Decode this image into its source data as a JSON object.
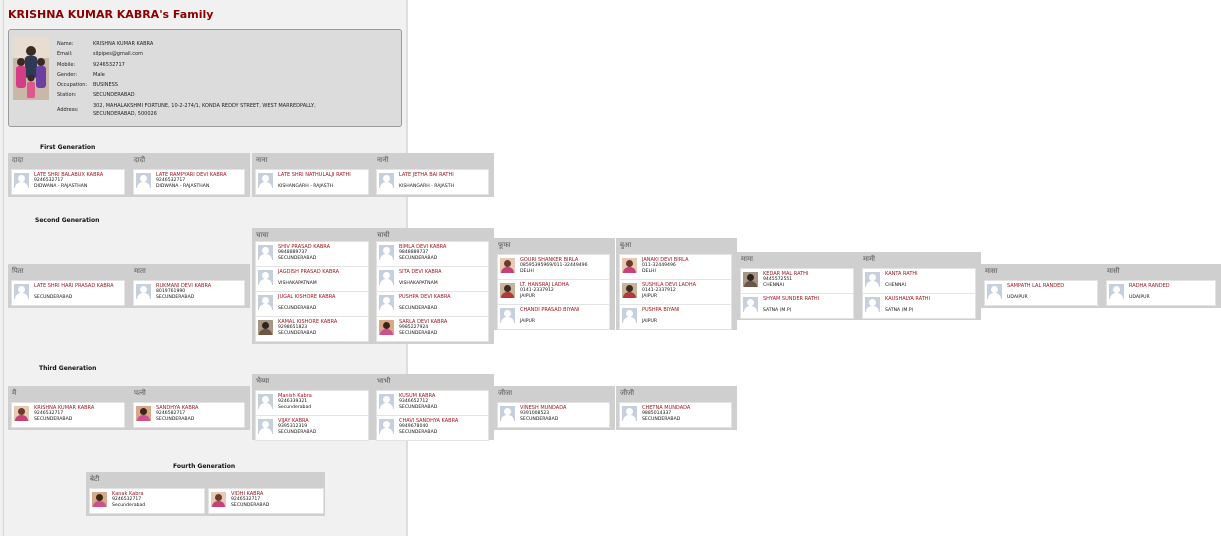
{
  "page": {
    "title": "KRISHNA KUMAR KABRA's Family"
  },
  "profile": {
    "rows": [
      {
        "label": "Name:",
        "value": "KRISHNA KUMAR KABRA"
      },
      {
        "label": "Email:",
        "value": "silpipes@gmail.com"
      },
      {
        "label": "Mobile:",
        "value": "9246532717"
      },
      {
        "label": "Gender:",
        "value": "Male"
      },
      {
        "label": "Occupation:",
        "value": "BUSINESS"
      },
      {
        "label": "Station:",
        "value": "SECUNDERABAD"
      },
      {
        "label": "Address:",
        "value": "302, MAHALAKSHMI FORTUNE, 10-2-274/1, KONDA REDDY STREET, WEST MARREDPALLY,",
        "value2": "SECUNDERABAD, 500026"
      }
    ]
  },
  "generations": {
    "g1": "First Generation",
    "g2": "Second Generation",
    "g3": "Third Generation",
    "g4": "Fourth Generation"
  },
  "groups": {
    "g1_dada": {
      "label": "दादा",
      "members": [
        {
          "name": "LATE SHRI BALABUX KABRA",
          "line1": "9246532717",
          "line2": "DIDWANA - RAJASTHAN"
        }
      ]
    },
    "g1_dadi": {
      "label": "दादी",
      "members": [
        {
          "name": "LATE RAMPYARI DEVI KABRA",
          "line1": "9246532717",
          "line2": "DIDWANA - RAJASTHAN"
        }
      ]
    },
    "g1_nana": {
      "label": "नाना",
      "members": [
        {
          "name": "LATE SHRI NATHULALJI RATHI",
          "line1": "",
          "line2": "KISHANGARH - RAJASTH"
        }
      ]
    },
    "g1_nani": {
      "label": "नानी",
      "members": [
        {
          "name": "LATE JETHA BAI RATHI",
          "line1": "",
          "line2": "KISHANGARH - RAJASTH"
        }
      ]
    },
    "g2_pita": {
      "label": "पिता",
      "members": [
        {
          "name": "LATE SHRI HARI PRASAD KABRA",
          "line1": "",
          "line2": "SECUNDERABAD"
        }
      ]
    },
    "g2_mata": {
      "label": "माता",
      "members": [
        {
          "name": "RUKMANI DEVI KABRA",
          "line1": "8019761990",
          "line2": "SECUNDERABAD"
        }
      ]
    },
    "g2_chacha": {
      "label": "चाचा",
      "members": [
        {
          "name": "SHIV PRASAD KABRA",
          "line1": "9848889737",
          "line2": "SECUNDERABAD"
        },
        {
          "name": "JAGDISH PRASAD KABRA",
          "line1": "",
          "line2": "VISHAKAPATNAM"
        },
        {
          "name": "JUGAL KISHORE KABRA",
          "line1": "",
          "line2": "SECUNDERABAD"
        },
        {
          "name": "KAMAL KISHORE KABRA",
          "line1": "9298651823",
          "line2": "SECUNDERABAD"
        }
      ]
    },
    "g2_chachi": {
      "label": "चाची",
      "members": [
        {
          "name": "BIMLA DEVI KABRA",
          "line1": "9848889737",
          "line2": "SECUNDERABAD"
        },
        {
          "name": "SITA DEVI KABRA",
          "line1": "",
          "line2": "VISHAKAPATNAM"
        },
        {
          "name": "PUSHPA DEVI KABRA",
          "line1": "",
          "line2": "SECUNDERABAD"
        },
        {
          "name": "SARLA DEVI KABRA",
          "line1": "9985227924",
          "line2": "SECUNDERABAD"
        }
      ]
    },
    "g2_fufa": {
      "label": "फूफा",
      "members": [
        {
          "name": "GOURI SHANKER BIRLA",
          "line1": "08595395969/011-32449496",
          "line2": "DELHI"
        },
        {
          "name": "LT. HANSRAJ LADHA",
          "line1": "0141-2337912",
          "line2": "JAIPUR"
        },
        {
          "name": "CHANDI PRASAD BIYANI",
          "line1": "",
          "line2": "JAIPUR"
        }
      ]
    },
    "g2_bua": {
      "label": "बुआ",
      "members": [
        {
          "name": "JANAKI DEVI BIRLA",
          "line1": "011-32449496",
          "line2": "DELHI"
        },
        {
          "name": "SUSHILA DEVI LADHA",
          "line1": "0141-2337912",
          "line2": "JAIPUR"
        },
        {
          "name": "PUSHPA BIYANI",
          "line1": "",
          "line2": "JAIPUR"
        }
      ]
    },
    "g2_mama": {
      "label": "मामा",
      "members": [
        {
          "name": "KEDAR MAL RATHI",
          "line1": "9445572551",
          "line2": "CHENNAI"
        },
        {
          "name": "SHYAM SUNDER RATHI",
          "line1": "",
          "line2": "SATNA (M.P)"
        }
      ]
    },
    "g2_mami": {
      "label": "मामी",
      "members": [
        {
          "name": "KANTA RATHI",
          "line1": "",
          "line2": "CHENNAI"
        },
        {
          "name": "KAUSHALYA RATHI",
          "line1": "",
          "line2": "SATNA (M.P)"
        }
      ]
    },
    "g2_masa": {
      "label": "मासा",
      "members": [
        {
          "name": "SAMPATH LAL RANDED",
          "line1": "",
          "line2": "UDAIPUR"
        }
      ]
    },
    "g2_masi": {
      "label": "मासी",
      "members": [
        {
          "name": "RADHA RANDED",
          "line1": "",
          "line2": "UDAIPUR"
        }
      ]
    },
    "g3_main": {
      "label": "मैं",
      "members": [
        {
          "name": "KRISHNA KUMAR KABRA",
          "line1": "9246532717",
          "line2": "SECUNDERABAD"
        }
      ]
    },
    "g3_patni": {
      "label": "पत्नी",
      "members": [
        {
          "name": "SANDHYA KABRA",
          "line1": "9246582717",
          "line2": "SECUNDERABAD"
        }
      ]
    },
    "g3_bhaiya": {
      "label": "भैय्या",
      "members": [
        {
          "name": "Manish Kabra",
          "line1": "9246339321",
          "line2": "Secunderabad"
        },
        {
          "name": "VIJAY KABRA",
          "line1": "9395312319",
          "line2": "SECUNDERABAD"
        }
      ]
    },
    "g3_bhabhi": {
      "label": "भाभी",
      "members": [
        {
          "name": "KUSUM KABRA",
          "line1": "9346652712",
          "line2": "SECUNDERABAD"
        },
        {
          "name": "CHAVI SANDHYA KABRA",
          "line1": "9949678040",
          "line2": "SECUNDERABAD"
        }
      ]
    },
    "g3_jija": {
      "label": "जीजा",
      "members": [
        {
          "name": "VINESH MUNDADA",
          "line1": "9391008523",
          "line2": "SECUNDERABAD"
        }
      ]
    },
    "g3_jiji": {
      "label": "जीजी",
      "members": [
        {
          "name": "CHETNA MUNDADA",
          "line1": "9885014337",
          "line2": "SECUNDERABAD"
        }
      ]
    },
    "g4_beti": {
      "label": "बेटी",
      "members": [
        {
          "name": "Kanak Kabra",
          "line1": "9246532717",
          "line2": "Secunderabad"
        },
        {
          "name": "VIDHI KABRA",
          "line1": "9246532717",
          "line2": "SECUNDERABAD"
        }
      ]
    }
  }
}
